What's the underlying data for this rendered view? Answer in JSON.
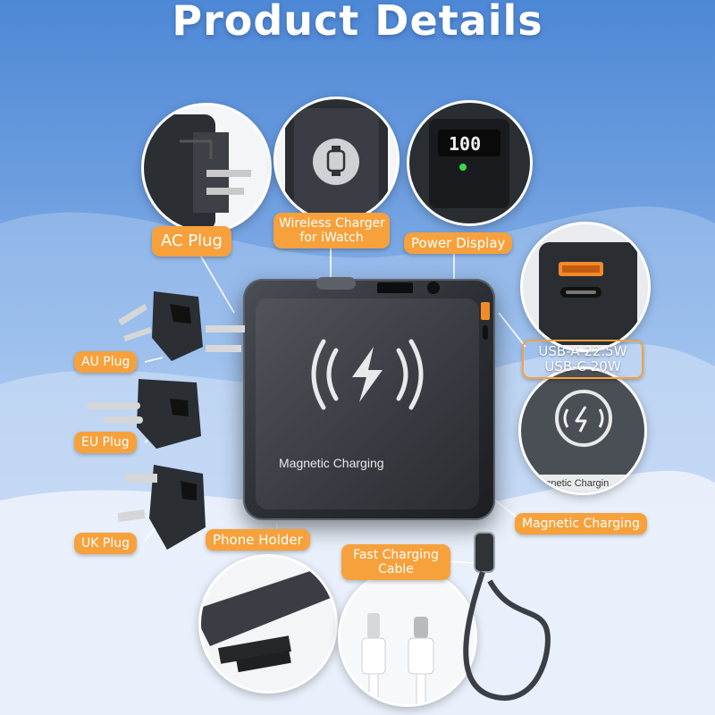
{
  "title": "Product Details",
  "labels": {
    "ac_plug": "AC Plug",
    "wireless_charger_line1": "Wireless Charger",
    "wireless_charger_line2": "for iWatch",
    "power_display": "Power Display",
    "usb_line1": "USB-A 22.5W",
    "usb_line2": "USB-C 20W",
    "au_plug": "AU Plug",
    "eu_plug": "EU Plug",
    "uk_plug": "UK Plug",
    "phone_holder": "Phone Holder",
    "fast_cable_line1": "Fast Charging",
    "fast_cable_line2": "Cable",
    "magnetic_charging": "Magnetic Charging"
  },
  "device": {
    "face_text": "Magnetic Charging",
    "display_value": "100"
  },
  "circle_magnetic_text": "Magnetic Chargin",
  "colors": {
    "label_orange": "#f7a13c",
    "device_dark": "#2a2d32",
    "display_green": "#39d94c"
  },
  "icons": [
    "watch-icon",
    "wireless-charging-icon",
    "usb-port-icon",
    "lightning-connector-icon",
    "usb-c-connector-icon"
  ]
}
